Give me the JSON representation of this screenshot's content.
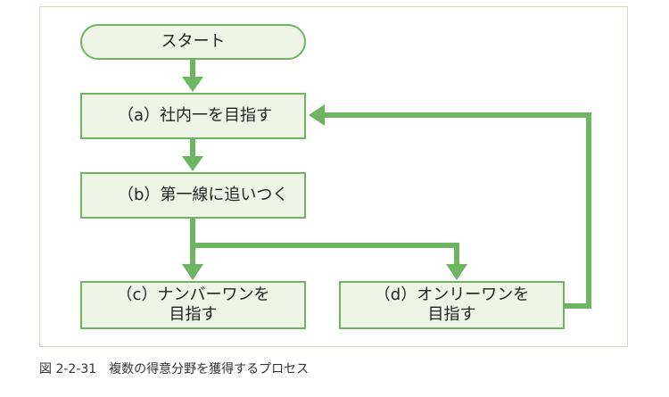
{
  "nodes": {
    "start": "スタート",
    "a": "（a）社内一を目指す",
    "b": "（b）第一線に追いつく",
    "c_line1": "（c）ナンバーワンを",
    "c_line2": "目指す",
    "d_line1": "（d）オンリーワンを",
    "d_line2": "目指す"
  },
  "caption": "図 2-2-31　複数の得意分野を獲得するプロセス",
  "colors": {
    "arrow": "#6db561",
    "fill": "#eef5e6",
    "border": "#6db561"
  }
}
